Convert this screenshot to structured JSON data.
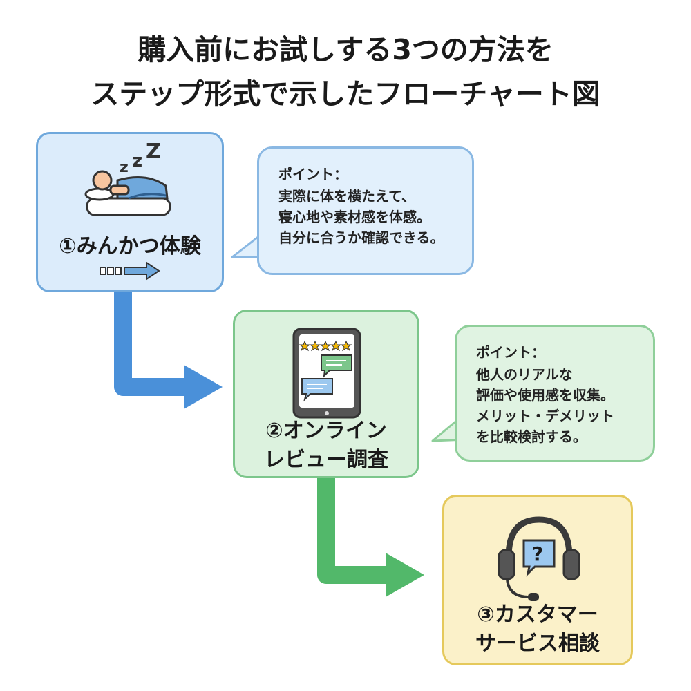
{
  "title": {
    "line1": "購入前にお試しする3つの方法を",
    "line2": "ステップ形式で示したフローチャート図"
  },
  "steps": [
    {
      "label_lines": [
        "①みんかつ体験"
      ],
      "icon": "sleeping-person-icon",
      "color": "#6fa8dc"
    },
    {
      "label_lines": [
        "②オンライン",
        "レビュー調査"
      ],
      "icon": "tablet-review-icon",
      "color": "#7cc68b"
    },
    {
      "label_lines": [
        "③カスタマー",
        "サービス相談"
      ],
      "icon": "headset-support-icon",
      "color": "#e5c95c"
    }
  ],
  "points": [
    {
      "heading": "ポイント：",
      "lines": [
        "実際に体を横たえて、",
        "寝心地や素材感を体感。",
        "自分に合うか確認できる。"
      ]
    },
    {
      "heading": "ポイント：",
      "lines": [
        "他人のリアルな",
        "評価や使用感を収集。",
        "メリット・デメリット",
        "を比較検討する。"
      ]
    }
  ],
  "decor": {
    "sleep_letters": [
      "z",
      "z",
      "Z"
    ]
  },
  "colors": {
    "blue_arrow": "#4a90d9",
    "green_arrow": "#52b86a"
  }
}
